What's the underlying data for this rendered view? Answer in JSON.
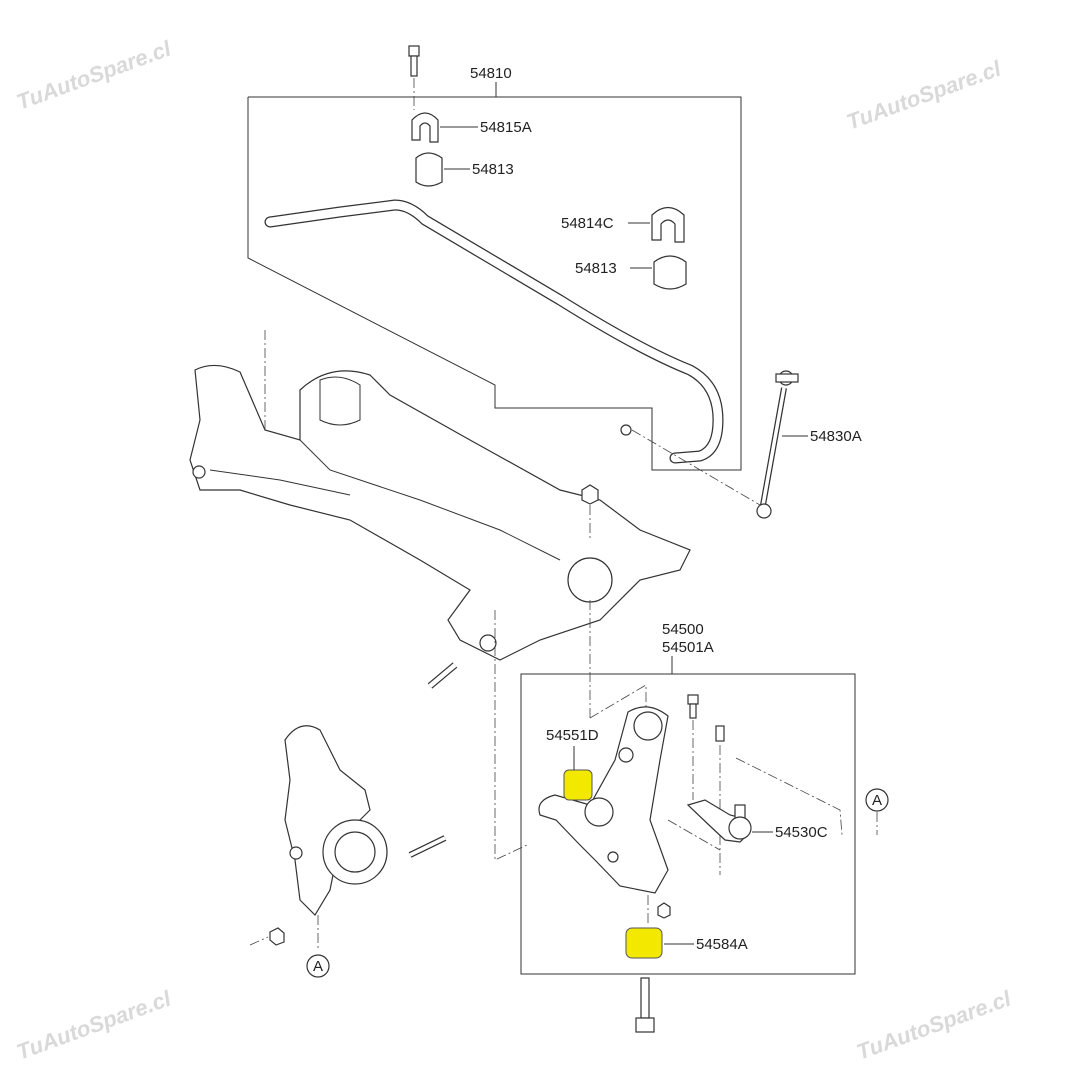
{
  "watermark": "TuAutoSpare.cl",
  "colors": {
    "highlight": "#f3e900",
    "line": "#333333",
    "watermark": "#d9d9d9"
  },
  "labels": {
    "stabilizer_assy": "54810",
    "bracket": "54815A",
    "bushing_left": "54813",
    "bracket_right": "54814C",
    "bushing_right": "54813",
    "link": "54830A",
    "arm_assy_1": "54500",
    "arm_assy_2": "54501A",
    "front_bushing": "54551D",
    "ball_joint": "54530C",
    "rear_bushing": "54584A",
    "ref_a_right": "A",
    "ref_a_knuckle": "A"
  }
}
